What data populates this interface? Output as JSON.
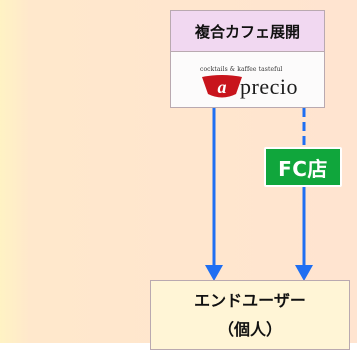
{
  "nodes": {
    "header": "複合カフェ展開",
    "logo": {
      "brand_text": "precio",
      "tagline": "cocktails & kaffee tasteful"
    },
    "fc_store": "FC店",
    "end_user": {
      "line1": "エンドユーザー",
      "line2": "（個人）"
    }
  },
  "colors": {
    "arrow": "#1f6ff2",
    "fc_badge": "#10a63c",
    "header_bg": "#f1d8f1",
    "end_user_bg": "#fff5d6",
    "logo_mark": "#c8141c"
  },
  "edges": [
    {
      "from": "logo",
      "to": "end_user",
      "style": "solid"
    },
    {
      "from": "logo",
      "to": "end_user",
      "style": "dashed-then-solid",
      "via": "fc_store"
    }
  ]
}
